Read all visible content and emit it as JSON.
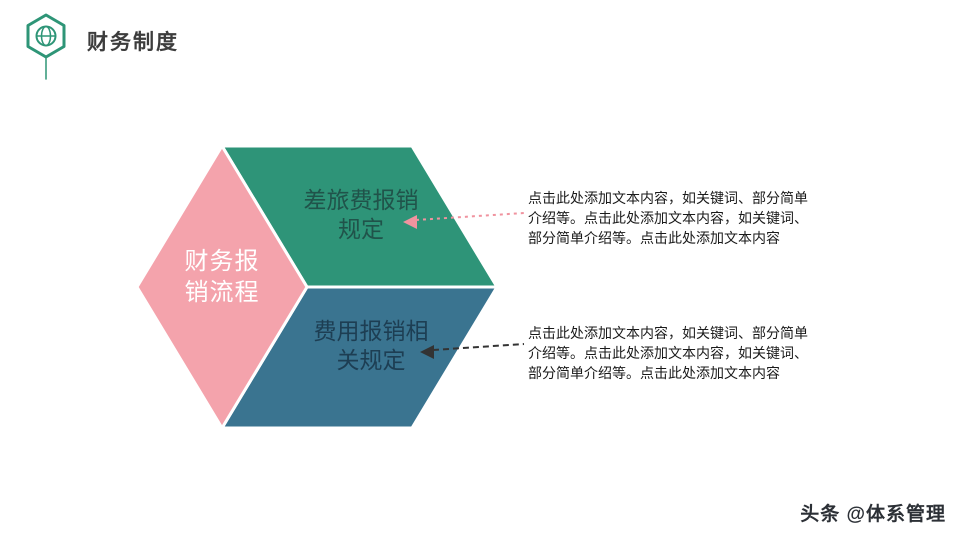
{
  "header": {
    "title": "财务制度",
    "icon": "globe-hexagon-icon",
    "icon_color": "#2e9577"
  },
  "cube": {
    "left_face": {
      "label": "财务报\n销流程",
      "fill": "#f4a3ac"
    },
    "top_face": {
      "label": "差旅费报销\n规定",
      "fill": "#2e9478"
    },
    "bottom_face": {
      "label": "费用报销相\n关规定",
      "fill": "#3a7490"
    }
  },
  "annotations": [
    {
      "text": "点击此处添加文本内容，如关键词、部分简单\n介绍等。点击此处添加文本内容，如关键词、\n部分简单介绍等。点击此处添加文本内容",
      "arrow_color": "#f0939f"
    },
    {
      "text": "点击此处添加文本内容，如关键词、部分简单\n介绍等。点击此处添加文本内容，如关键词、\n部分简单介绍等。点击此处添加文本内容",
      "arrow_color": "#333333"
    }
  ],
  "watermark": "头条 @体系管理"
}
